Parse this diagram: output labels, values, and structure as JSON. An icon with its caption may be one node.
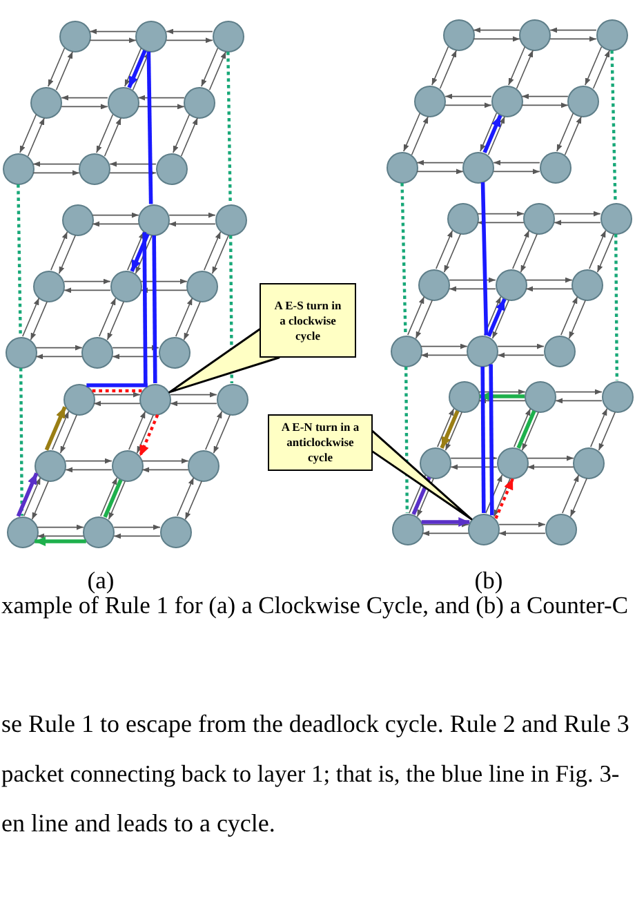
{
  "diagram": {
    "caption": "xample of Rule 1 for (a) a Clockwise Cycle, and (b) a Counter-C",
    "nodes": [
      {
        "text": [],
        "shape": "circle"
      },
      {
        "text": [],
        "shape": "circle"
      },
      {
        "text": [],
        "shape": "circle"
      },
      {
        "text": [],
        "shape": "circle"
      },
      {
        "text": [],
        "shape": "circle"
      },
      {
        "text": [],
        "shape": "circle"
      },
      {
        "text": [],
        "shape": "circle"
      },
      {
        "text": [],
        "shape": "circle"
      },
      {
        "text": [],
        "shape": "circle"
      },
      {
        "text": [],
        "shape": "circle"
      },
      {
        "text": [],
        "shape": "circle"
      },
      {
        "text": [],
        "shape": "circle"
      },
      {
        "text": [],
        "shape": "circle"
      },
      {
        "text": [],
        "shape": "circle"
      },
      {
        "text": [],
        "shape": "circle"
      },
      {
        "text": [],
        "shape": "circle"
      },
      {
        "text": [],
        "shape": "circle"
      },
      {
        "text": [],
        "shape": "circle"
      },
      {
        "text": [],
        "shape": "circle"
      },
      {
        "text": [],
        "shape": "circle"
      },
      {
        "text": [],
        "shape": "circle"
      },
      {
        "text": [],
        "shape": "circle"
      },
      {
        "text": [],
        "shape": "circle"
      },
      {
        "text": [],
        "shape": "circle"
      },
      {
        "text": [],
        "shape": "circle"
      },
      {
        "text": [],
        "shape": "circle"
      },
      {
        "text": [],
        "shape": "circle"
      },
      {
        "text": [],
        "shape": "circle"
      },
      {
        "text": [],
        "shape": "circle"
      },
      {
        "text": [],
        "shape": "circle"
      },
      {
        "text": [],
        "shape": "circle"
      },
      {
        "text": [],
        "shape": "circle"
      },
      {
        "text": [],
        "shape": "circle"
      },
      {
        "text": [],
        "shape": "circle"
      },
      {
        "text": [],
        "shape": "circle"
      },
      {
        "text": [],
        "shape": "circle"
      },
      {
        "text": [],
        "shape": "circle"
      },
      {
        "text": [],
        "shape": "circle"
      },
      {
        "text": [],
        "shape": "circle"
      },
      {
        "text": [],
        "shape": "circle"
      },
      {
        "text": [],
        "shape": "circle"
      },
      {
        "text": [],
        "shape": "circle"
      },
      {
        "text": [],
        "shape": "circle"
      },
      {
        "text": [],
        "shape": "circle"
      },
      {
        "text": [],
        "shape": "circle"
      },
      {
        "text": [],
        "shape": "circle"
      },
      {
        "text": [],
        "shape": "circle"
      },
      {
        "text": [],
        "shape": "circle"
      },
      {
        "text": [],
        "shape": "circle"
      },
      {
        "text": [],
        "shape": "circle"
      },
      {
        "text": [],
        "shape": "circle"
      },
      {
        "text": [],
        "shape": "circle"
      },
      {
        "text": [],
        "shape": "circle"
      },
      {
        "text": [],
        "shape": "circle"
      },
      {
        "text": [
          "A E-S turn in a clockwise cycle"
        ]
      },
      {
        "text": [
          "A E-N turn in a anticlockwise cycle"
        ]
      }
    ],
    "edges": [
      {
        "from": 0,
        "to": 1,
        "arrow": "to"
      },
      {
        "from": 1,
        "to": 0,
        "arrow": "to"
      },
      {
        "from": 1,
        "to": 2,
        "arrow": "to"
      },
      {
        "from": 2,
        "to": 1,
        "arrow": "to"
      },
      {
        "from": 3,
        "to": 4,
        "arrow": "to"
      },
      {
        "from": 4,
        "to": 3,
        "arrow": "to"
      },
      {
        "from": 4,
        "to": 5,
        "arrow": "to"
      },
      {
        "from": 5,
        "to": 4,
        "arrow": "to"
      },
      {
        "from": 6,
        "to": 7,
        "arrow": "to"
      },
      {
        "from": 7,
        "to": 6,
        "arrow": "to"
      },
      {
        "from": 7,
        "to": 8,
        "arrow": "to"
      },
      {
        "from": 8,
        "to": 7,
        "arrow": "to"
      },
      {
        "from": 0,
        "to": 3,
        "arrow": "to"
      },
      {
        "from": 3,
        "to": 0,
        "arrow": "to"
      },
      {
        "from": 3,
        "to": 6,
        "arrow": "to"
      },
      {
        "from": 6,
        "to": 3,
        "arrow": "to"
      },
      {
        "from": 1,
        "to": 4,
        "arrow": "to"
      },
      {
        "from": 4,
        "to": 1,
        "arrow": "to"
      },
      {
        "from": 4,
        "to": 7,
        "arrow": "to"
      },
      {
        "from": 7,
        "to": 4,
        "arrow": "to"
      },
      {
        "from": 2,
        "to": 5,
        "arrow": "to"
      },
      {
        "from": 5,
        "to": 2,
        "arrow": "to"
      },
      {
        "from": 5,
        "to": 8,
        "arrow": "to"
      },
      {
        "from": 8,
        "to": 5,
        "arrow": "to"
      },
      {
        "from": 9,
        "to": 10,
        "arrow": "to"
      },
      {
        "from": 10,
        "to": 9,
        "arrow": "to"
      },
      {
        "from": 10,
        "to": 11,
        "arrow": "to"
      },
      {
        "from": 11,
        "to": 10,
        "arrow": "to"
      },
      {
        "from": 12,
        "to": 13,
        "arrow": "to"
      },
      {
        "from": 13,
        "to": 12,
        "arrow": "to"
      },
      {
        "from": 13,
        "to": 14,
        "arrow": "to"
      },
      {
        "from": 14,
        "to": 13,
        "arrow": "to"
      },
      {
        "from": 15,
        "to": 16,
        "arrow": "to"
      },
      {
        "from": 16,
        "to": 15,
        "arrow": "to"
      },
      {
        "from": 16,
        "to": 17,
        "arrow": "to"
      },
      {
        "from": 17,
        "to": 16,
        "arrow": "to"
      },
      {
        "from": 9,
        "to": 12,
        "arrow": "to"
      },
      {
        "from": 12,
        "to": 9,
        "arrow": "to"
      },
      {
        "from": 12,
        "to": 15,
        "arrow": "to"
      },
      {
        "from": 15,
        "to": 12,
        "arrow": "to"
      },
      {
        "from": 10,
        "to": 13,
        "arrow": "to"
      },
      {
        "from": 13,
        "to": 10,
        "arrow": "to"
      },
      {
        "from": 13,
        "to": 16,
        "arrow": "to"
      },
      {
        "from": 16,
        "to": 13,
        "arrow": "to"
      },
      {
        "from": 11,
        "to": 14,
        "arrow": "to"
      },
      {
        "from": 14,
        "to": 11,
        "arrow": "to"
      },
      {
        "from": 14,
        "to": 17,
        "arrow": "to"
      },
      {
        "from": 17,
        "to": 14,
        "arrow": "to"
      },
      {
        "from": 18,
        "to": 19,
        "arrow": "to"
      },
      {
        "from": 19,
        "to": 18,
        "arrow": "to"
      },
      {
        "from": 19,
        "to": 20,
        "arrow": "to"
      },
      {
        "from": 20,
        "to": 19,
        "arrow": "to"
      },
      {
        "from": 21,
        "to": 22,
        "arrow": "to"
      },
      {
        "from": 22,
        "to": 21,
        "arrow": "to"
      },
      {
        "from": 22,
        "to": 23,
        "arrow": "to"
      },
      {
        "from": 23,
        "to": 22,
        "arrow": "to"
      },
      {
        "from": 24,
        "to": 25,
        "arrow": "to"
      },
      {
        "from": 25,
        "to": 24,
        "arrow": "to"
      },
      {
        "from": 25,
        "to": 26,
        "arrow": "to"
      },
      {
        "from": 26,
        "to": 25,
        "arrow": "to"
      },
      {
        "from": 18,
        "to": 21,
        "arrow": "to"
      },
      {
        "from": 21,
        "to": 18,
        "arrow": "to"
      },
      {
        "from": 21,
        "to": 24,
        "arrow": "to"
      },
      {
        "from": 24,
        "to": 21,
        "arrow": "to"
      },
      {
        "from": 19,
        "to": 22,
        "arrow": "to"
      },
      {
        "from": 22,
        "to": 19,
        "arrow": "to"
      },
      {
        "from": 22,
        "to": 25,
        "arrow": "to"
      },
      {
        "from": 25,
        "to": 22,
        "arrow": "to"
      },
      {
        "from": 20,
        "to": 23,
        "arrow": "to"
      },
      {
        "from": 23,
        "to": 20,
        "arrow": "to"
      },
      {
        "from": 23,
        "to": 26,
        "arrow": "to"
      },
      {
        "from": 26,
        "to": 23,
        "arrow": "to"
      },
      {
        "from": 27,
        "to": 28,
        "arrow": "to"
      },
      {
        "from": 28,
        "to": 27,
        "arrow": "to"
      },
      {
        "from": 28,
        "to": 29,
        "arrow": "to"
      },
      {
        "from": 29,
        "to": 28,
        "arrow": "to"
      },
      {
        "from": 30,
        "to": 31,
        "arrow": "to"
      },
      {
        "from": 31,
        "to": 30,
        "arrow": "to"
      },
      {
        "from": 31,
        "to": 32,
        "arrow": "to"
      },
      {
        "from": 32,
        "to": 31,
        "arrow": "to"
      },
      {
        "from": 33,
        "to": 34,
        "arrow": "to"
      },
      {
        "from": 34,
        "to": 33,
        "arrow": "to"
      },
      {
        "from": 34,
        "to": 35,
        "arrow": "to"
      },
      {
        "from": 35,
        "to": 34,
        "arrow": "to"
      },
      {
        "from": 27,
        "to": 30,
        "arrow": "to"
      },
      {
        "from": 30,
        "to": 27,
        "arrow": "to"
      },
      {
        "from": 30,
        "to": 33,
        "arrow": "to"
      },
      {
        "from": 33,
        "to": 30,
        "arrow": "to"
      },
      {
        "from": 28,
        "to": 31,
        "arrow": "to"
      },
      {
        "from": 31,
        "to": 28,
        "arrow": "to"
      },
      {
        "from": 31,
        "to": 34,
        "arrow": "to"
      },
      {
        "from": 34,
        "to": 31,
        "arrow": "to"
      },
      {
        "from": 29,
        "to": 32,
        "arrow": "to"
      },
      {
        "from": 32,
        "to": 29,
        "arrow": "to"
      },
      {
        "from": 32,
        "to": 35,
        "arrow": "to"
      },
      {
        "from": 35,
        "to": 32,
        "arrow": "to"
      },
      {
        "from": 36,
        "to": 37,
        "arrow": "to"
      },
      {
        "from": 37,
        "to": 36,
        "arrow": "to"
      },
      {
        "from": 37,
        "to": 38,
        "arrow": "to"
      },
      {
        "from": 38,
        "to": 37,
        "arrow": "to"
      },
      {
        "from": 39,
        "to": 40,
        "arrow": "to"
      },
      {
        "from": 40,
        "to": 39,
        "arrow": "to"
      },
      {
        "from": 40,
        "to": 41,
        "arrow": "to"
      },
      {
        "from": 41,
        "to": 40,
        "arrow": "to"
      },
      {
        "from": 42,
        "to": 43,
        "arrow": "to"
      },
      {
        "from": 43,
        "to": 42,
        "arrow": "to"
      },
      {
        "from": 43,
        "to": 44,
        "arrow": "to"
      },
      {
        "from": 44,
        "to": 43,
        "arrow": "to"
      },
      {
        "from": 36,
        "to": 39,
        "arrow": "to"
      },
      {
        "from": 39,
        "to": 36,
        "arrow": "to"
      },
      {
        "from": 39,
        "to": 42,
        "arrow": "to"
      },
      {
        "from": 42,
        "to": 39,
        "arrow": "to"
      },
      {
        "from": 37,
        "to": 40,
        "arrow": "to"
      },
      {
        "from": 40,
        "to": 37,
        "arrow": "to"
      },
      {
        "from": 40,
        "to": 43,
        "arrow": "to"
      },
      {
        "from": 43,
        "to": 40,
        "arrow": "to"
      },
      {
        "from": 38,
        "to": 41,
        "arrow": "to"
      },
      {
        "from": 41,
        "to": 38,
        "arrow": "to"
      },
      {
        "from": 41,
        "to": 44,
        "arrow": "to"
      },
      {
        "from": 44,
        "to": 41,
        "arrow": "to"
      },
      {
        "from": 45,
        "to": 46,
        "arrow": "to"
      },
      {
        "from": 46,
        "to": 45,
        "arrow": "to"
      },
      {
        "from": 46,
        "to": 47,
        "arrow": "to"
      },
      {
        "from": 47,
        "to": 46,
        "arrow": "to"
      },
      {
        "from": 48,
        "to": 49,
        "arrow": "to"
      },
      {
        "from": 49,
        "to": 48,
        "arrow": "to"
      },
      {
        "from": 49,
        "to": 50,
        "arrow": "to"
      },
      {
        "from": 50,
        "to": 49,
        "arrow": "to"
      },
      {
        "from": 51,
        "to": 52,
        "arrow": "to"
      },
      {
        "from": 52,
        "to": 51,
        "arrow": "to"
      },
      {
        "from": 52,
        "to": 53,
        "arrow": "to"
      },
      {
        "from": 53,
        "to": 52,
        "arrow": "to"
      },
      {
        "from": 45,
        "to": 48,
        "arrow": "to"
      },
      {
        "from": 48,
        "to": 45,
        "arrow": "to"
      },
      {
        "from": 48,
        "to": 51,
        "arrow": "to"
      },
      {
        "from": 51,
        "to": 48,
        "arrow": "to"
      },
      {
        "from": 46,
        "to": 49,
        "arrow": "to"
      },
      {
        "from": 49,
        "to": 46,
        "arrow": "to"
      },
      {
        "from": 49,
        "to": 52,
        "arrow": "to"
      },
      {
        "from": 52,
        "to": 49,
        "arrow": "to"
      },
      {
        "from": 47,
        "to": 50,
        "arrow": "to"
      },
      {
        "from": 50,
        "to": 47,
        "arrow": "to"
      },
      {
        "from": 50,
        "to": 53,
        "arrow": "to"
      },
      {
        "from": 53,
        "to": 50,
        "arrow": "to"
      },
      {
        "from": 6,
        "to": 15,
        "arrow": "none",
        "style": "dashed",
        "color": "#18a878"
      },
      {
        "from": 15,
        "to": 24,
        "arrow": "none",
        "style": "dashed",
        "color": "#18a878"
      },
      {
        "from": 2,
        "to": 11,
        "arrow": "none",
        "style": "dashed",
        "color": "#18a878"
      },
      {
        "from": 11,
        "to": 20,
        "arrow": "none",
        "style": "dashed",
        "color": "#18a878"
      },
      {
        "from": 33,
        "to": 42,
        "arrow": "none",
        "style": "dashed",
        "color": "#18a878"
      },
      {
        "from": 42,
        "to": 51,
        "arrow": "none",
        "style": "dashed",
        "color": "#18a878"
      },
      {
        "from": 29,
        "to": 38,
        "arrow": "none",
        "style": "dashed",
        "color": "#18a878"
      },
      {
        "from": 38,
        "to": 47,
        "arrow": "none",
        "style": "dashed",
        "color": "#18a878"
      },
      {
        "from": 18,
        "to": 19,
        "arrow": "none",
        "style": "thick",
        "color": "#1a1aff"
      },
      {
        "from": 18,
        "to": 19,
        "arrow": "none",
        "style": "dashed",
        "color": "#ff1010"
      },
      {
        "from": 19,
        "to": 22,
        "arrow": "to",
        "style": "dashed",
        "color": "#ff1010"
      },
      {
        "from": 22,
        "to": 25,
        "arrow": "none",
        "style": "thick",
        "color": "#1eb04c"
      },
      {
        "from": 25,
        "to": 24,
        "arrow": "to",
        "style": "thick",
        "color": "#1eb04c"
      },
      {
        "from": 24,
        "to": 21,
        "arrow": "to",
        "style": "thick",
        "color": "#5a30c8"
      },
      {
        "from": 21,
        "to": 18,
        "arrow": "to",
        "style": "thick",
        "color": "#9a7e14"
      },
      {
        "from": 19,
        "to": 10,
        "arrow": "none",
        "style": "thick",
        "color": "#1a1aff"
      },
      {
        "from": 10,
        "to": 1,
        "arrow": "none",
        "style": "thick",
        "color": "#1a1aff"
      },
      {
        "from": 1,
        "to": 4,
        "arrow": "to",
        "style": "thick",
        "color": "#1a1aff"
      },
      {
        "from": 19,
        "to": 10,
        "arrow": "none",
        "style": "thick",
        "color": "#1a1aff"
      },
      {
        "from": 10,
        "to": 13,
        "arrow": "to",
        "style": "thick",
        "color": "#1a1aff"
      },
      {
        "from": 48,
        "to": 51,
        "arrow": "none",
        "style": "thick",
        "color": "#5a30c8"
      },
      {
        "from": 51,
        "to": 52,
        "arrow": "to",
        "style": "thick",
        "color": "#5a30c8"
      },
      {
        "from": 52,
        "to": 49,
        "arrow": "to",
        "style": "dashed",
        "color": "#ff1010"
      },
      {
        "from": 49,
        "to": 46,
        "arrow": "none",
        "style": "thick",
        "color": "#1eb04c"
      },
      {
        "from": 46,
        "to": 45,
        "arrow": "to",
        "style": "thick",
        "color": "#1eb04c"
      },
      {
        "from": 45,
        "to": 48,
        "arrow": "to",
        "style": "thick",
        "color": "#9a7e14"
      },
      {
        "from": 52,
        "to": 43,
        "arrow": "none",
        "style": "thick",
        "color": "#1a1aff"
      },
      {
        "from": 43,
        "to": 34,
        "arrow": "none",
        "style": "thick",
        "color": "#1a1aff"
      },
      {
        "from": 34,
        "to": 31,
        "arrow": "to",
        "style": "thick",
        "color": "#1a1aff"
      },
      {
        "from": 52,
        "to": 43,
        "arrow": "none",
        "style": "thick",
        "color": "#1a1aff"
      },
      {
        "from": 43,
        "to": 40,
        "arrow": "to",
        "style": "thick",
        "color": "#1a1aff"
      },
      {
        "from": 54,
        "to": 19,
        "arrow": "none",
        "color": "#000000"
      },
      {
        "from": 55,
        "to": 52,
        "arrow": "none",
        "color": "#000000"
      }
    ],
    "labels": [
      "(a)",
      "(b)",
      "se Rule 1 to escape from the deadlock cycle. Rule 2 and Rule 3",
      "packet connecting back to layer 1; that is, the blue line in Fig. 3-",
      "en line and leads to a cycle."
    ]
  }
}
